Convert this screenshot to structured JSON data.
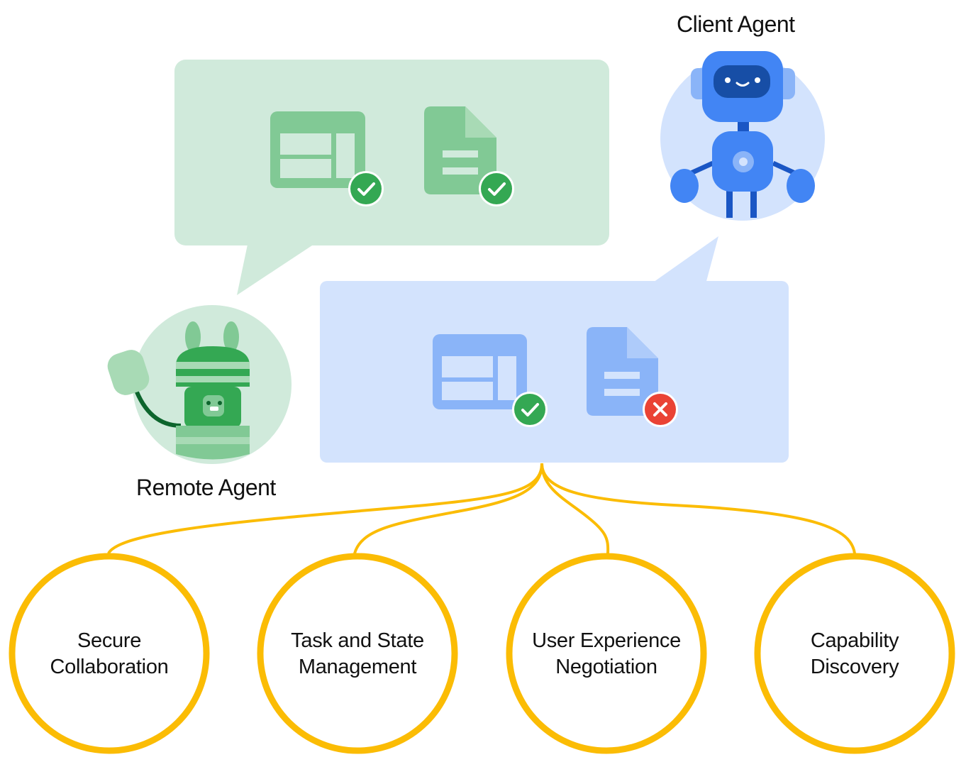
{
  "agents": {
    "client": {
      "label": "Client Agent"
    },
    "remote": {
      "label": "Remote Agent"
    }
  },
  "remote_bubble": {
    "items": [
      {
        "icon": "table-icon",
        "status": "check"
      },
      {
        "icon": "document-icon",
        "status": "check"
      }
    ]
  },
  "client_bubble": {
    "items": [
      {
        "icon": "table-icon",
        "status": "check"
      },
      {
        "icon": "document-icon",
        "status": "error"
      }
    ]
  },
  "capabilities": [
    {
      "line1": "Secure",
      "line2": "Collaboration"
    },
    {
      "line1": "Task and State",
      "line2": "Management"
    },
    {
      "line1": "User Experience",
      "line2": "Negotiation"
    },
    {
      "line1": "Capability",
      "line2": "Discovery"
    }
  ],
  "colors": {
    "green_bubble": "#d0eadb",
    "green_icon": "#81c995",
    "blue_bubble": "#d3e3fd",
    "blue_icon": "#8ab4f8",
    "check": "#34a853",
    "error": "#ea4335",
    "connector": "#fbbc04"
  }
}
